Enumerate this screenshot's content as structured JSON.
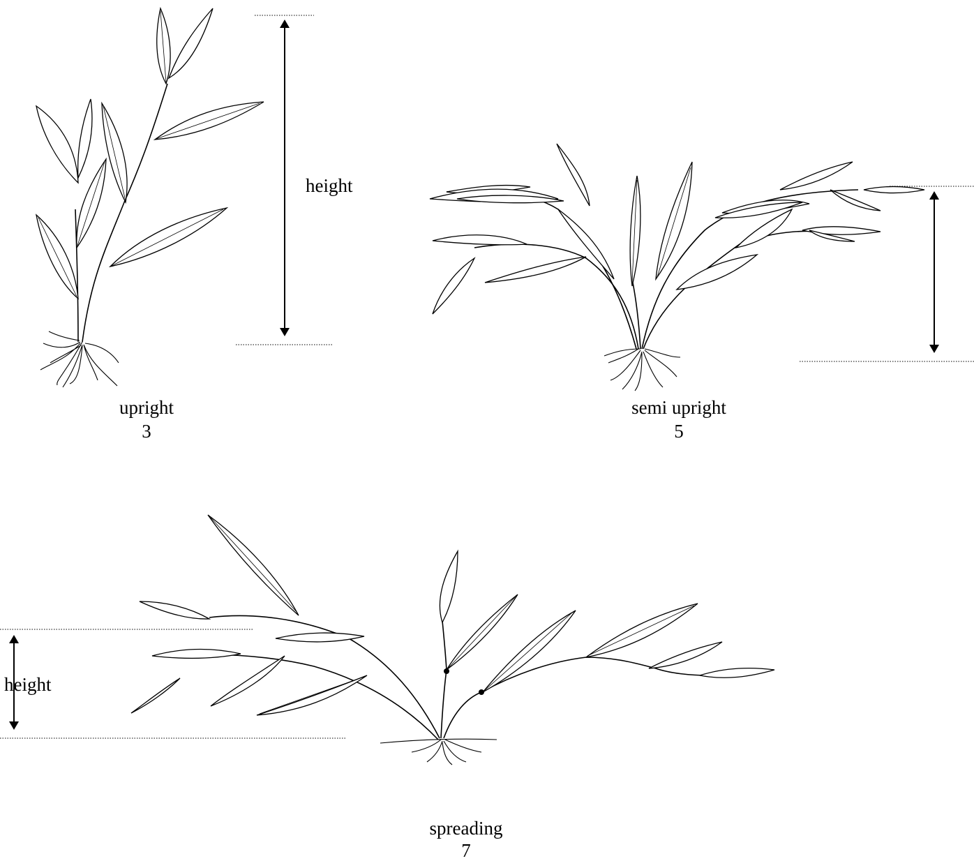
{
  "figures": [
    {
      "id": "upright",
      "name": "upright",
      "score": "3",
      "side_label": "height"
    },
    {
      "id": "semi-upright",
      "name": "semi upright",
      "score": "5"
    },
    {
      "id": "spreading",
      "name": "spreading",
      "score": "7",
      "side_label": "height"
    }
  ]
}
